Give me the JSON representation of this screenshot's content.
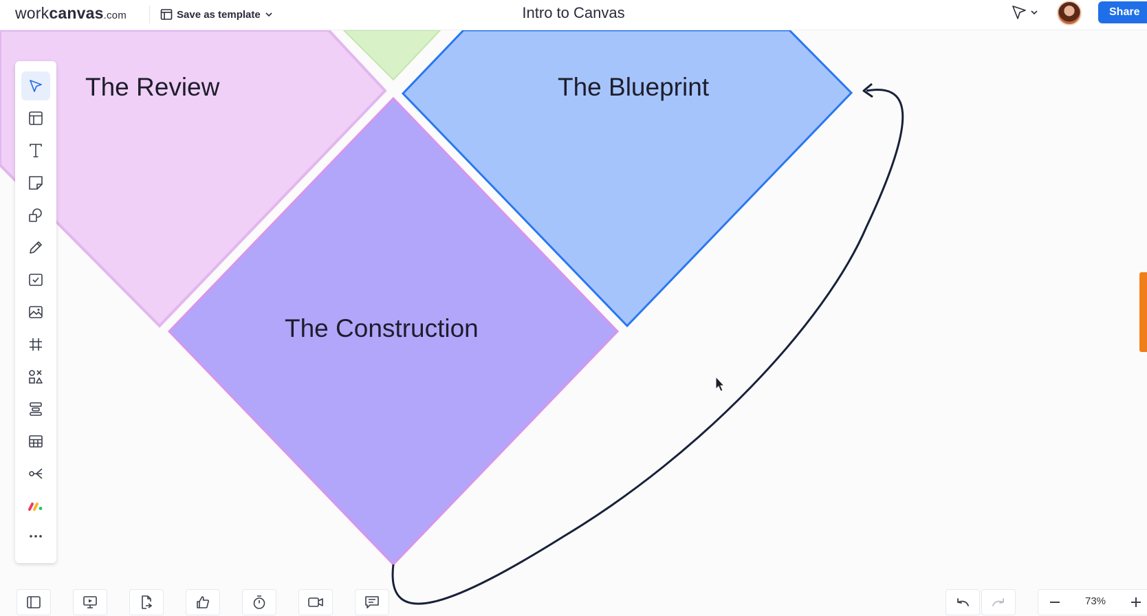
{
  "header": {
    "logo": {
      "prefix": "work",
      "brand": "canvas",
      "suffix": ".com"
    },
    "save_template_label": "Save as template",
    "doc_title": "Intro to Canvas",
    "share_label": "Share"
  },
  "canvas": {
    "shapes": [
      {
        "label": "The Review",
        "fill": "#f0d0f7",
        "stroke": "#e3b6ef"
      },
      {
        "label": "The Blueprint",
        "fill": "#a6c4fc",
        "stroke": "#2a77f0"
      },
      {
        "label": "The Construction",
        "fill": "#b2a6fb",
        "stroke": "#d795ec"
      }
    ]
  },
  "toolbar": {
    "tools": [
      "select",
      "templates",
      "text",
      "sticky-note",
      "shapes",
      "pen",
      "checklist",
      "image",
      "frame",
      "elements",
      "align",
      "table",
      "connector",
      "apps",
      "more"
    ]
  },
  "footer": {
    "zoom": "73%"
  },
  "colors": {
    "accent": "#1f6fe8",
    "connector": "#18213a",
    "side_tab": "#f07f1a"
  }
}
